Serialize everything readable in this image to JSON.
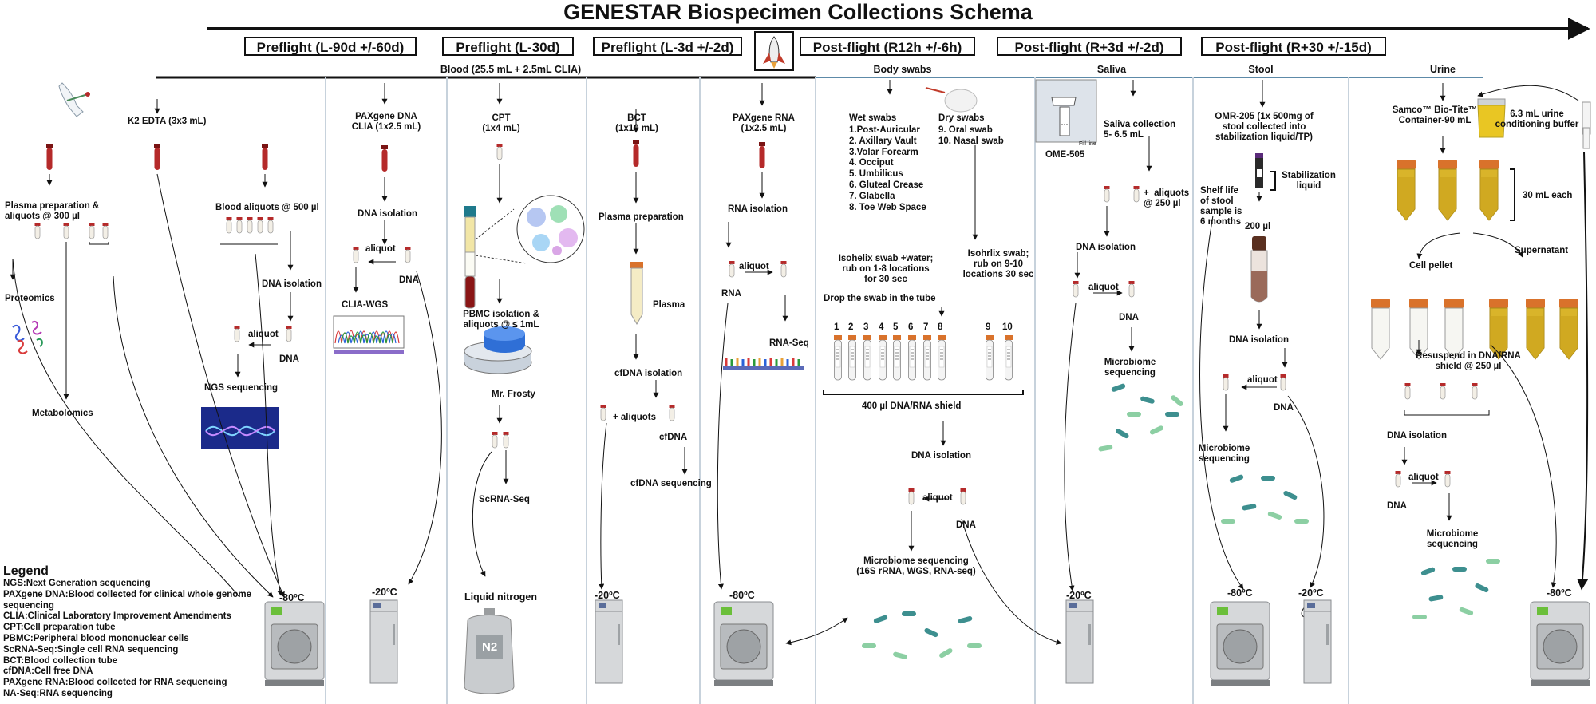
{
  "title": "GENESTAR Biospecimen Collections Schema",
  "phases": [
    "Preflight (L-90d +/-60d)",
    "Preflight (L-30d)",
    "Preflight (L-3d +/-2d)",
    "Post-flight (R12h +/-6h)",
    "Post-flight (R+3d +/-2d)",
    "Post-flight (R+30 +/-15d)"
  ],
  "sections": {
    "blood": "Blood (25.5 mL + 2.5mL CLIA)",
    "swabs": "Body swabs",
    "saliva": "Saliva",
    "stool": "Stool",
    "urine": "Urine"
  },
  "col1": {
    "plasma_prep": "Plasma preparation &\naliquots @ 300 µl",
    "proteomics": "Proteomics",
    "metabolomics": "Metabolomics"
  },
  "col2": {
    "k2edta": "K2 EDTA (3x3 mL)",
    "blood_aliquots": "Blood aliquots @ 500 µl",
    "dna_isolation": "DNA isolation",
    "aliquot": "aliquot",
    "dna": "DNA",
    "ngs": "NGS sequencing"
  },
  "col3": {
    "paxgene_dna": "PAXgene DNA\nCLIA (1x2.5 mL)",
    "dna_isolation": "DNA isolation",
    "aliquot": "aliquot",
    "dna": "DNA",
    "clia_wgs": "CLIA-WGS"
  },
  "col4": {
    "cpt": "CPT\n(1x4 mL)",
    "pbmc": "PBMC isolation &\naliquots @ ≤ 1mL",
    "mr_frosty": "Mr. Frosty",
    "scrna": "ScRNA-Seq",
    "liquid_nitrogen": "Liquid nitrogen",
    "n2": "N2"
  },
  "col5": {
    "bct": "BCT\n(1x10 mL)",
    "plasma_prep": "Plasma preparation",
    "plasma": "Plasma",
    "cfdna_isolation": "cfDNA isolation",
    "plus_aliquots": "+   aliquots",
    "cfdna": "cfDNA",
    "cfdna_seq": "cfDNA sequencing"
  },
  "col6": {
    "paxgene_rna": "PAXgene RNA\n(1x2.5 mL)",
    "rna_isolation": "RNA isolation",
    "aliquot": "aliquot",
    "rna": "RNA",
    "rna_seq": "RNA-Seq"
  },
  "swabs": {
    "wet_title": "Wet swabs",
    "wet_list": "1.Post-Auricular\n2. Axillary Vault\n3.Volar Forearm\n4. Occiput\n5. Umbilicus\n6. Gluteal Crease\n7. Glabella\n8. Toe Web Space",
    "dry_title": "Dry swabs",
    "dry_list": "9. Oral swab\n10. Nasal swab",
    "isohelix_wet": "Isohelix swab +water;\nrub on 1-8 locations\nfor 30 sec",
    "isohelix_dry": "Isohrlix swab;\nrub on 9-10\nlocations 30 sec",
    "drop": "Drop the swab in the tube",
    "tube_numbers": [
      "1",
      "2",
      "3",
      "4",
      "5",
      "6",
      "7",
      "8",
      "9",
      "10"
    ],
    "shield": "400 µl DNA/RNA shield",
    "dna_isolation": "DNA isolation",
    "aliquot": "aliquot",
    "dna": "DNA",
    "microbiome": "Microbiome sequencing\n(16S rRNA, WGS, RNA-seq)"
  },
  "saliva": {
    "device": "OME-505",
    "fill_line": "Fill line",
    "collection": "Saliva collection\n5- 6.5 mL",
    "plus_aliquots": "+  aliquots\n@ 250 µl",
    "dna_isolation": "DNA isolation",
    "aliquot": "aliquot",
    "dna": "DNA",
    "microbiome": "Microbiome\nsequencing"
  },
  "stool": {
    "omr": "OMR-205 (1x 500mg of\nstool collected into\nstabilization liquid/TP)",
    "stabilization": "Stabilization\nliquid",
    "shelf_life": "Shelf life\nof stool\nsample is\n6 months",
    "volume": "200 µl",
    "dna_isolation": "DNA isolation",
    "aliquot": "aliquot",
    "dna": "DNA",
    "microbiome": "Microbiome\nsequencing"
  },
  "urine": {
    "container": "Samco™ Bio-Tite™\nContainer-90 mL",
    "buffer": "6.3 mL urine\nconditioning buffer",
    "each": "30 mL each",
    "cell_pellet": "Cell pellet",
    "supernatant": "Supernatant",
    "resuspend": "Resuspend in DNA/RNA\nshield @ 250 µl",
    "dna_isolation": "DNA isolation",
    "aliquot": "aliquot",
    "dna": "DNA",
    "microbiome": "Microbiome\nsequencing"
  },
  "storage": {
    "minus80": "-80ºC",
    "minus20": "-20ºC"
  },
  "legend": {
    "title": "Legend",
    "items": [
      "NGS:Next Generation sequencing",
      "PAXgene DNA:Blood collected for clinical whole genome sequencing",
      "CLIA:Clinical Laboratory Improvement Amendments",
      "CPT:Cell preparation tube",
      "PBMC:Peripheral blood mononuclear cells",
      "ScRNA-Seq:Single cell RNA sequencing",
      "BCT:Blood collection tube",
      "cfDNA:Cell free DNA",
      "PAXgene RNA:Blood collected for RNA sequencing",
      "NA-Seq:RNA sequencing"
    ]
  },
  "colors": {
    "blood": "#9e1b1b",
    "cap_orange": "#d9722b",
    "urine": "#d9b42a",
    "divider": "#c7d2dc",
    "bacteria_teal": "#3d8f8f",
    "bacteria_green": "#8ccfa3"
  }
}
